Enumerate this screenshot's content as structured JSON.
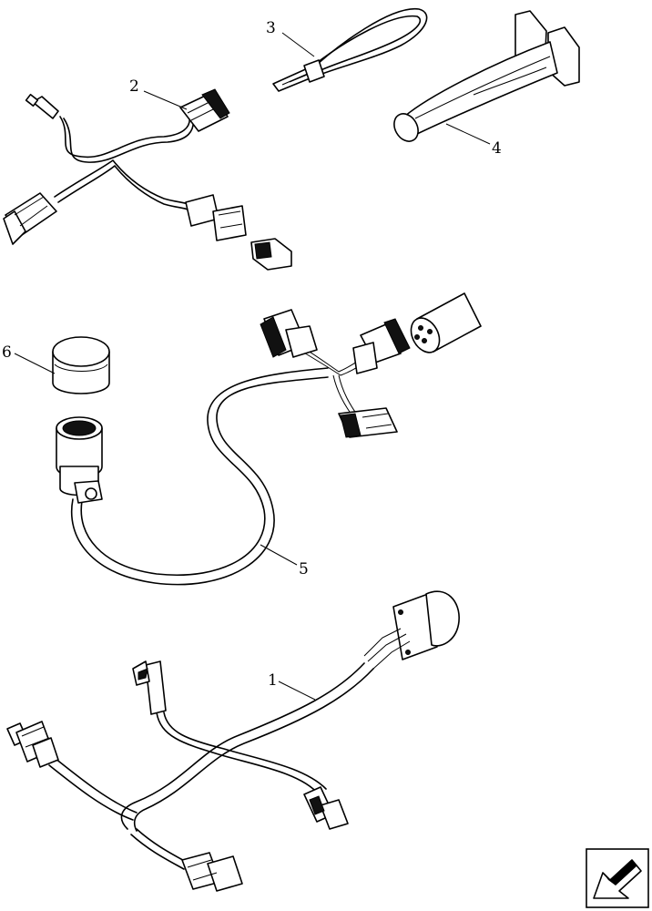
{
  "callouts": {
    "c1": "1",
    "c2": "2",
    "c3": "3",
    "c4": "4",
    "c5": "5",
    "c6": "6"
  },
  "nav": {
    "icon": "next-page-arrow-icon"
  }
}
